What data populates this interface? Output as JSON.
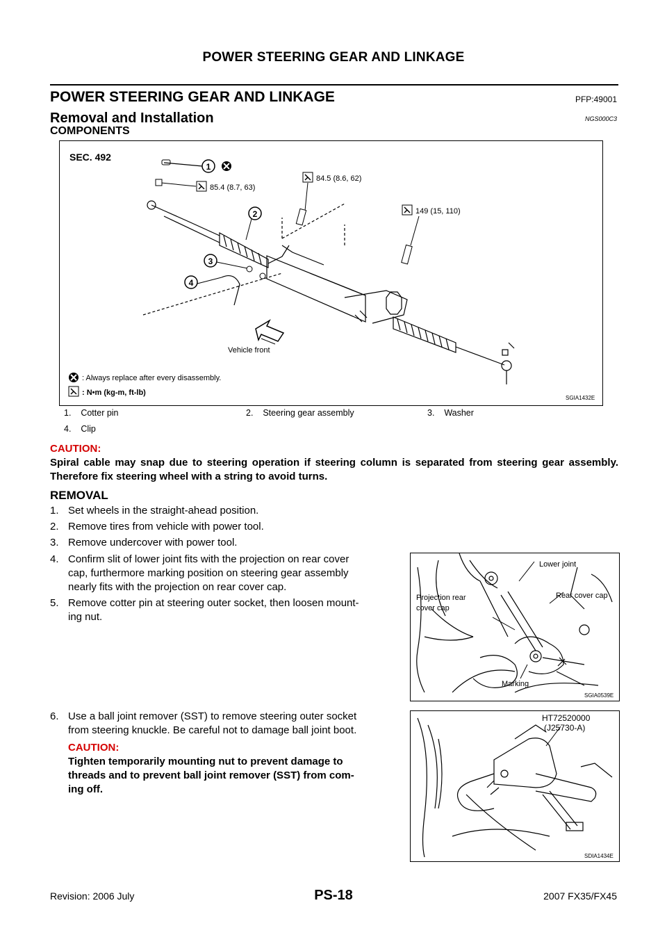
{
  "header": {
    "title": "POWER STEERING GEAR AND LINKAGE"
  },
  "section": {
    "title": "POWER STEERING GEAR AND LINKAGE",
    "pfp": "PFP:49001"
  },
  "subsection": {
    "title": "Removal and Installation",
    "code": "NGS000C3"
  },
  "components": {
    "title": "COMPONENTS",
    "figure": {
      "sec": "SEC. 492",
      "callouts": [
        "1",
        "2",
        "3",
        "4"
      ],
      "torques": [
        "85.4 (8.7, 63)",
        "84.5 (8.6, 62)",
        "149 (15, 110)"
      ],
      "vehicle_front": "Vehicle front",
      "legend_replace": ": Always replace after every disassembly.",
      "legend_torque": ": N•m (kg-m, ft-lb)",
      "code": "SGIA1432E"
    },
    "legend": [
      "1.    Cotter pin",
      "2.    Steering gear assembly",
      "3.    Washer",
      "4.    Clip"
    ]
  },
  "caution": {
    "label": "CAUTION:",
    "text": "Spiral cable may snap due to steering operation if steering column is separated from steering gear assembly. Therefore fix steering wheel with a string to avoid turns."
  },
  "removal": {
    "title": "REMOVAL",
    "steps": [
      {
        "num": "1.",
        "text": "Set wheels in the straight-ahead position."
      },
      {
        "num": "2.",
        "text": "Remove tires from vehicle with power tool."
      },
      {
        "num": "3.",
        "text": "Remove undercover with power tool."
      },
      {
        "num": "4.",
        "line1": "Confirm slit of lower joint fits with the projection on rear cover",
        "line2": "cap, furthermore marking position on steering gear assembly",
        "line3": "nearly fits with the projection on rear cover cap."
      },
      {
        "num": "5.",
        "line1": "Remove cotter pin at steering outer socket, then loosen mount-",
        "line2": "ing nut."
      },
      {
        "num": "6.",
        "line1": "Use a ball joint remover (SST) to remove steering outer socket",
        "line2": "from steering knuckle. Be careful not to damage ball joint boot."
      }
    ],
    "caution6": {
      "label": "CAUTION:",
      "line1": "Tighten temporarily mounting nut to prevent damage to",
      "line2": "threads and to prevent ball joint remover (SST) from com-",
      "line3": "ing off."
    }
  },
  "figure2": {
    "labels": {
      "lower_joint": "Lower joint",
      "rear_cover_cap": "Rear cover cap",
      "projection1": "Projection rear",
      "projection2": "cover cap",
      "marking": "Marking"
    },
    "code": "SGIA0539E"
  },
  "figure3": {
    "labels": {
      "tool1": "HT72520000",
      "tool2": "(J25730-A)"
    },
    "code": "SDIA1434E"
  },
  "footer": {
    "revision": "Revision: 2006 July",
    "page": "PS-18",
    "model": "2007 FX35/FX45"
  }
}
